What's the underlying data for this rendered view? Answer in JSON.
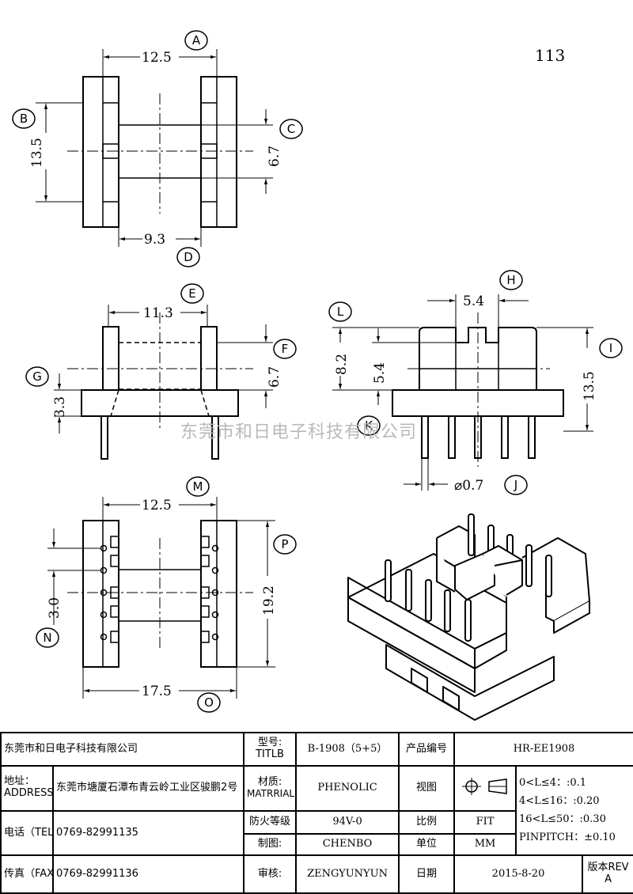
{
  "sheet_number": "113",
  "dimensions": {
    "top_view": {
      "A": "12.5",
      "B": "13.5",
      "C": "6.7",
      "D": "9.3"
    },
    "front_view": {
      "E": "11.3",
      "F": "6.7",
      "G": "3.3"
    },
    "side_view": {
      "H": "5.4",
      "L": "8.2",
      "L_inner": "5.4",
      "I": "13.5",
      "J": "⌀0.7"
    },
    "bottom_view": {
      "M": "12.5",
      "N": "3.0",
      "P": "19.2",
      "O": "17.5"
    }
  },
  "callouts": [
    "A",
    "B",
    "C",
    "D",
    "E",
    "F",
    "G",
    "H",
    "I",
    "J",
    "K",
    "L",
    "M",
    "N",
    "O",
    "P"
  ],
  "watermark": "东莞市和日电子科技有限公司",
  "title_block": {
    "company": "东莞市和日电子科技有限公司",
    "address_label": "地址：",
    "address_label_en": "ADDRESS",
    "address": "东莞市塘厦石潭布青云岭工业区骏鹏2号",
    "tel_label": "电话（TEL）",
    "tel": "0769-82991135",
    "fax_label": "传真（FAX）",
    "fax": "0769-82991136",
    "model_label": "型号:",
    "model_label_en": "TITLB",
    "model": "B-1908（5+5）",
    "product_no_label": "产品编号",
    "product_no": "HR-EE1908",
    "material_label": "材质:",
    "material_label_en": "MATRRIAL",
    "material": "PHENOLIC",
    "view_label": "视图",
    "flame_label": "防火等级",
    "flame": "94V-0",
    "scale_label": "比例",
    "scale": "FIT",
    "drawn_label": "制图:",
    "drawn": "CHENBO",
    "unit_label": "单位",
    "unit": "MM",
    "review_label": "审核:",
    "review": "ZENGYUNYUN",
    "date_label": "日期",
    "date": "2015-8-20",
    "rev_label": "版本REV",
    "rev": "A",
    "tolerances": [
      "0<L≤4：:0.1",
      "4<L≤16：:0.20",
      "16<L≤50：:0.30",
      "PINPITCH：±0.10"
    ]
  }
}
